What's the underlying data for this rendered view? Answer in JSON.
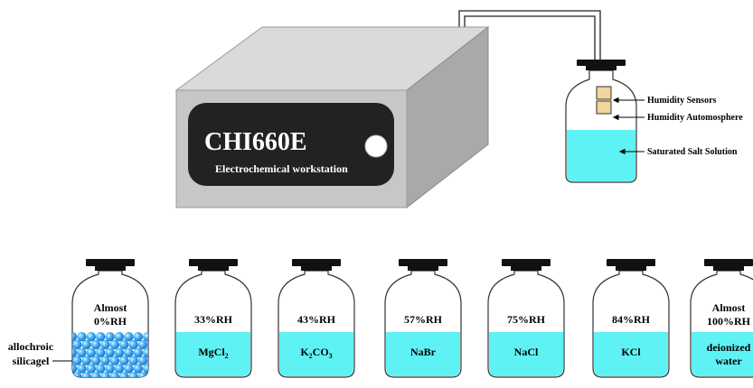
{
  "workstation": {
    "model": "CHI660E",
    "subtitle": "Electrochemical workstation"
  },
  "test_bottle": {
    "labels": {
      "sensors": "Humidity Sensors",
      "atmosphere": "Humidity Automosphere",
      "solution": "Saturated Salt Solution"
    }
  },
  "side_label": {
    "line1": "allochroic",
    "line2": "silicagel"
  },
  "bottles": [
    {
      "rh_line1": "Almost",
      "rh_line2": "0%RH",
      "content_line1": "",
      "content_line2": "",
      "fill": "silicagel"
    },
    {
      "rh_line1": "33%RH",
      "rh_line2": "",
      "content_line1": "MgCl",
      "content_sub": "2",
      "content_line2": "",
      "fill": "solution"
    },
    {
      "rh_line1": "43%RH",
      "rh_line2": "",
      "content_line1": "K",
      "content_sub": "2",
      "content_tail": "CO",
      "content_sub2": "3",
      "content_line2": "",
      "fill": "solution"
    },
    {
      "rh_line1": "57%RH",
      "rh_line2": "",
      "content_line1": "NaBr",
      "content_line2": "",
      "fill": "solution"
    },
    {
      "rh_line1": "75%RH",
      "rh_line2": "",
      "content_line1": "NaCl",
      "content_line2": "",
      "fill": "solution"
    },
    {
      "rh_line1": "84%RH",
      "rh_line2": "",
      "content_line1": "KCl",
      "content_line2": "",
      "fill": "solution"
    },
    {
      "rh_line1": "Almost",
      "rh_line2": "100%RH",
      "content_line1": "deionized",
      "content_line2": "water",
      "fill": "solution"
    }
  ],
  "colors": {
    "liquid": "#5ff2f5",
    "box_front": "#c7c7c7",
    "box_top": "#dadada",
    "box_side": "#a9a9a9",
    "panel": "#222222",
    "sensor": "#f2d59a",
    "bead": "#3aa7f0"
  }
}
